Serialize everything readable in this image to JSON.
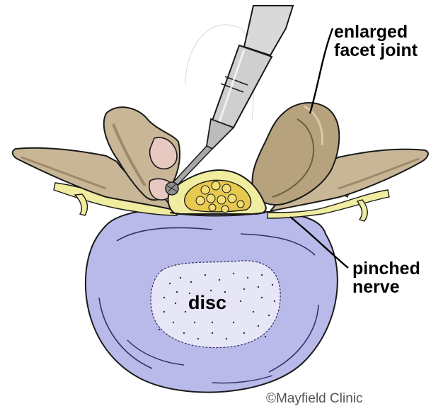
{
  "labels": {
    "facet_line1": "enlarged",
    "facet_line2": "facet joint",
    "nerve_line1": "pinched",
    "nerve_line2": "nerve",
    "disc": "disc"
  },
  "credit": "©Mayfield Clinic",
  "colors": {
    "disc_fill": "#b9b9ea",
    "nucleus_fill": "#e6e6f6",
    "bone_fill": "#c8b696",
    "bone_shadow": "#9e8a6b",
    "nerve_fill": "#f0eca0",
    "spinal_fill": "#e6c94e",
    "instrument_fill": "#cfcfcf",
    "outline": "#1a1a1a"
  }
}
